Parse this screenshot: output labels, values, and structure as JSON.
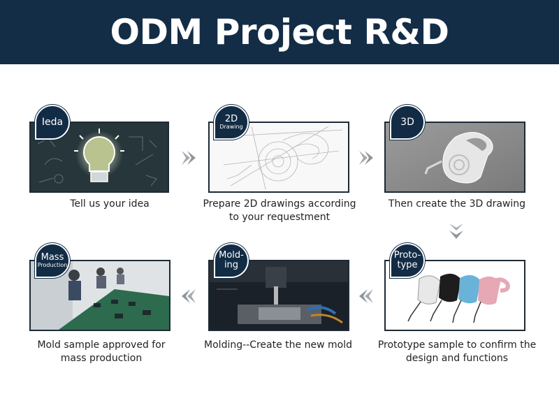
{
  "title": "ODM Project R&D",
  "steps": [
    {
      "badge_line1": "Ieda",
      "badge_line2": "",
      "caption_line1": "Tell us your idea",
      "caption_line2": "",
      "image": "lightbulb-chalkboard-image"
    },
    {
      "badge_line1": "2D",
      "badge_line2": "Drawing",
      "caption_line1": "Prepare 2D drawings according",
      "caption_line2": "to your requestment",
      "image": "leash-sketch-image"
    },
    {
      "badge_line1": "3D",
      "badge_line2": "",
      "caption_line1": "Then create the 3D drawing",
      "caption_line2": "",
      "image": "leash-3d-render-image"
    },
    {
      "badge_line1": "Proto-",
      "badge_line2": "type",
      "caption_line1": "Prototype sample to confirm the",
      "caption_line2": "design and functions",
      "image": "colored-leash-prototypes-image"
    },
    {
      "badge_line1": "Mold-",
      "badge_line2": "ing",
      "caption_line1": "Molding--Create the new mold",
      "caption_line2": "",
      "image": "cnc-machining-image"
    },
    {
      "badge_line1": "Mass",
      "badge_line2": "Production",
      "caption_line1": "Mold sample approved for",
      "caption_line2": "mass production",
      "image": "assembly-line-image"
    }
  ],
  "colors": {
    "header_bg": "#142d47",
    "badge_bg": "#132c45",
    "arrow": "#9aa3ab"
  }
}
